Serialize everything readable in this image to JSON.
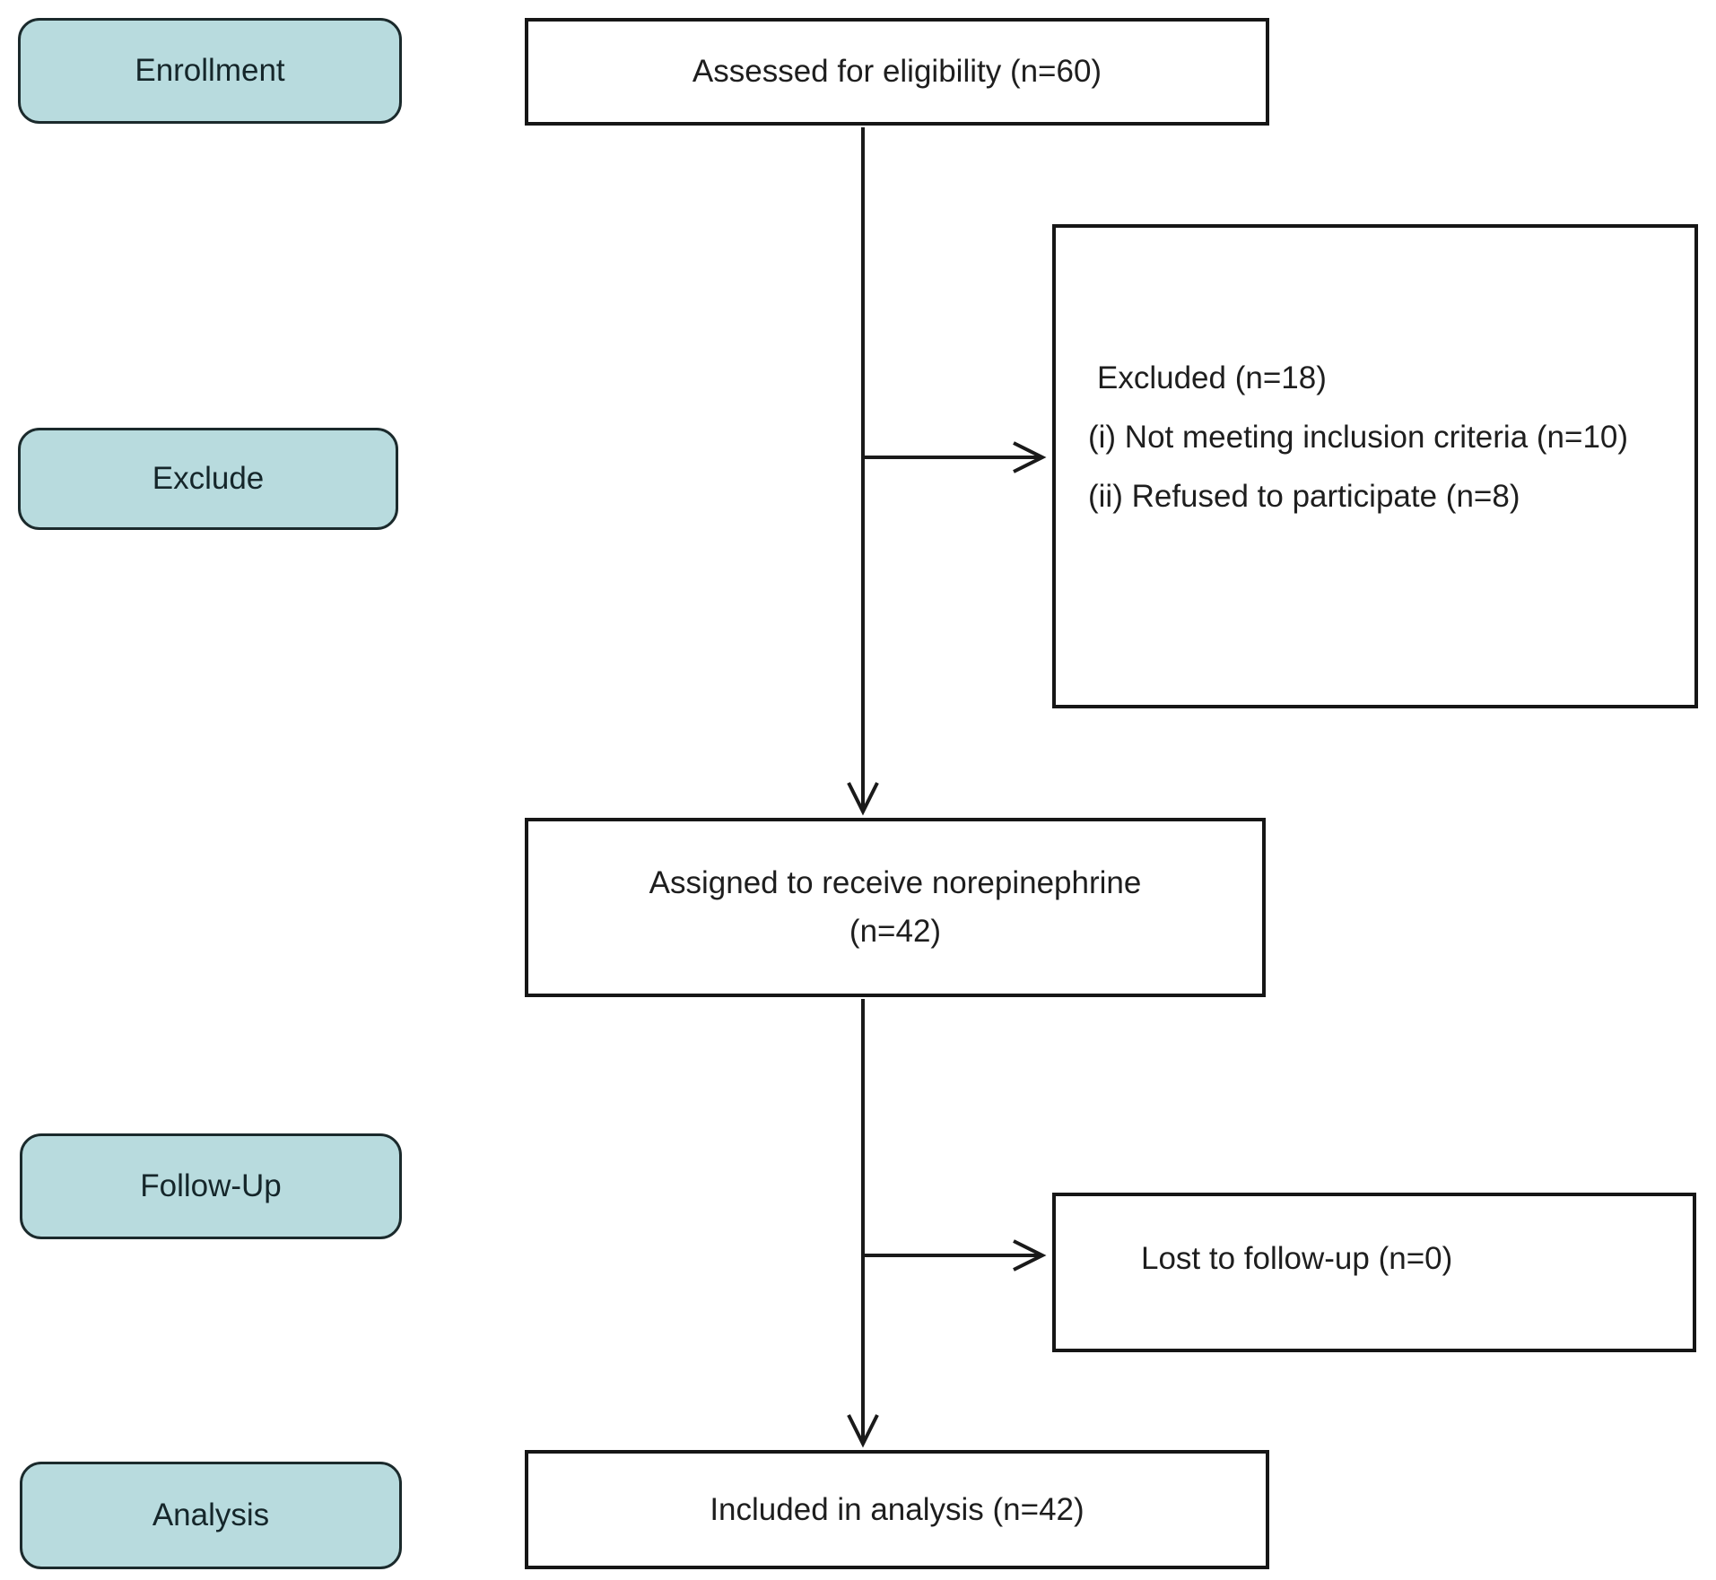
{
  "stages": [
    {
      "label": "Enrollment"
    },
    {
      "label": "Exclude"
    },
    {
      "label": "Follow-Up"
    },
    {
      "label": "Analysis"
    }
  ],
  "nodes": {
    "assessed": "Assessed for eligibility (n=60)",
    "excluded_line1": "Excluded (n=18)",
    "excluded_line2": "(i) Not meeting inclusion criteria (n=10)",
    "excluded_line3": "(ii) Refused to participate (n=8)",
    "assigned_line1": "Assigned to receive norepinephrine",
    "assigned_line2": "(n=42)",
    "lost": "Lost to follow-up (n=0)",
    "included": "Included in analysis (n=42)"
  },
  "colors": {
    "background": "#ffffff",
    "stage_fill": "#b8dbde",
    "stage_border": "#1b2a2c",
    "box_border": "#161616",
    "arrow": "#1a1a1a",
    "text": "#1e1e1e"
  }
}
